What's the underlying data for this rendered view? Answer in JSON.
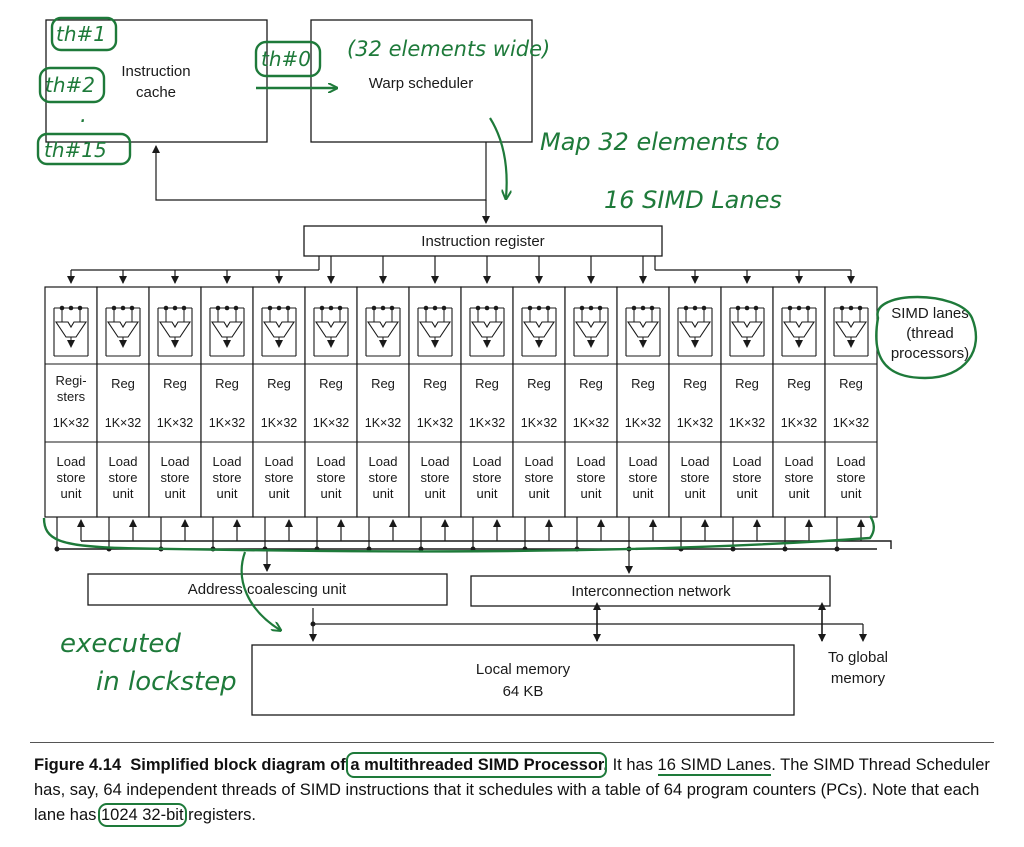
{
  "diagram": {
    "instruction_cache": "Instruction\ncache",
    "warp_scheduler": "Warp scheduler",
    "instruction_register": "Instruction register",
    "simd_lanes": "SIMD lanes\n(thread\nprocessors)",
    "lane_count": 16,
    "reg_first": "Regi-\nsters",
    "reg": "Reg",
    "reg_size": "1K×32",
    "load_store": "Load\nstore\nunit",
    "address_coalescing": "Address coalescing unit",
    "interconnect": "Interconnection network",
    "local_memory": "Local memory",
    "local_memory_size": "64 KB",
    "global_memory": "To global\nmemory"
  },
  "annotations": {
    "th1": "th#1",
    "th2": "th#2",
    "dot": ".",
    "th15": "th#15",
    "th0": "th#0",
    "elements_wide": "(32 elements wide)",
    "map_line1": "Map 32 elements to",
    "map_line2": "16 SIMD Lanes",
    "lockstep_line1": "executed",
    "lockstep_line2": "in lockstep"
  },
  "caption": {
    "label": "Figure 4.14",
    "title_pre": "Simplified block diagram of ",
    "title_highlight": "a multithreaded SIMD Processor",
    "title_post": ".",
    "body_1": " It has ",
    "body_lanes": "16 SIMD Lanes",
    "body_2": ". The SIMD Thread Scheduler has, say, 64 independent threads of SIMD instructions that it schedules with a table of 64 program counters (PCs). Note that each lane has ",
    "body_regs": "1024 32-bit",
    "body_3": " registers."
  },
  "colors": {
    "ink": "#1a1a1a",
    "annotation": "#1e7a3a"
  }
}
